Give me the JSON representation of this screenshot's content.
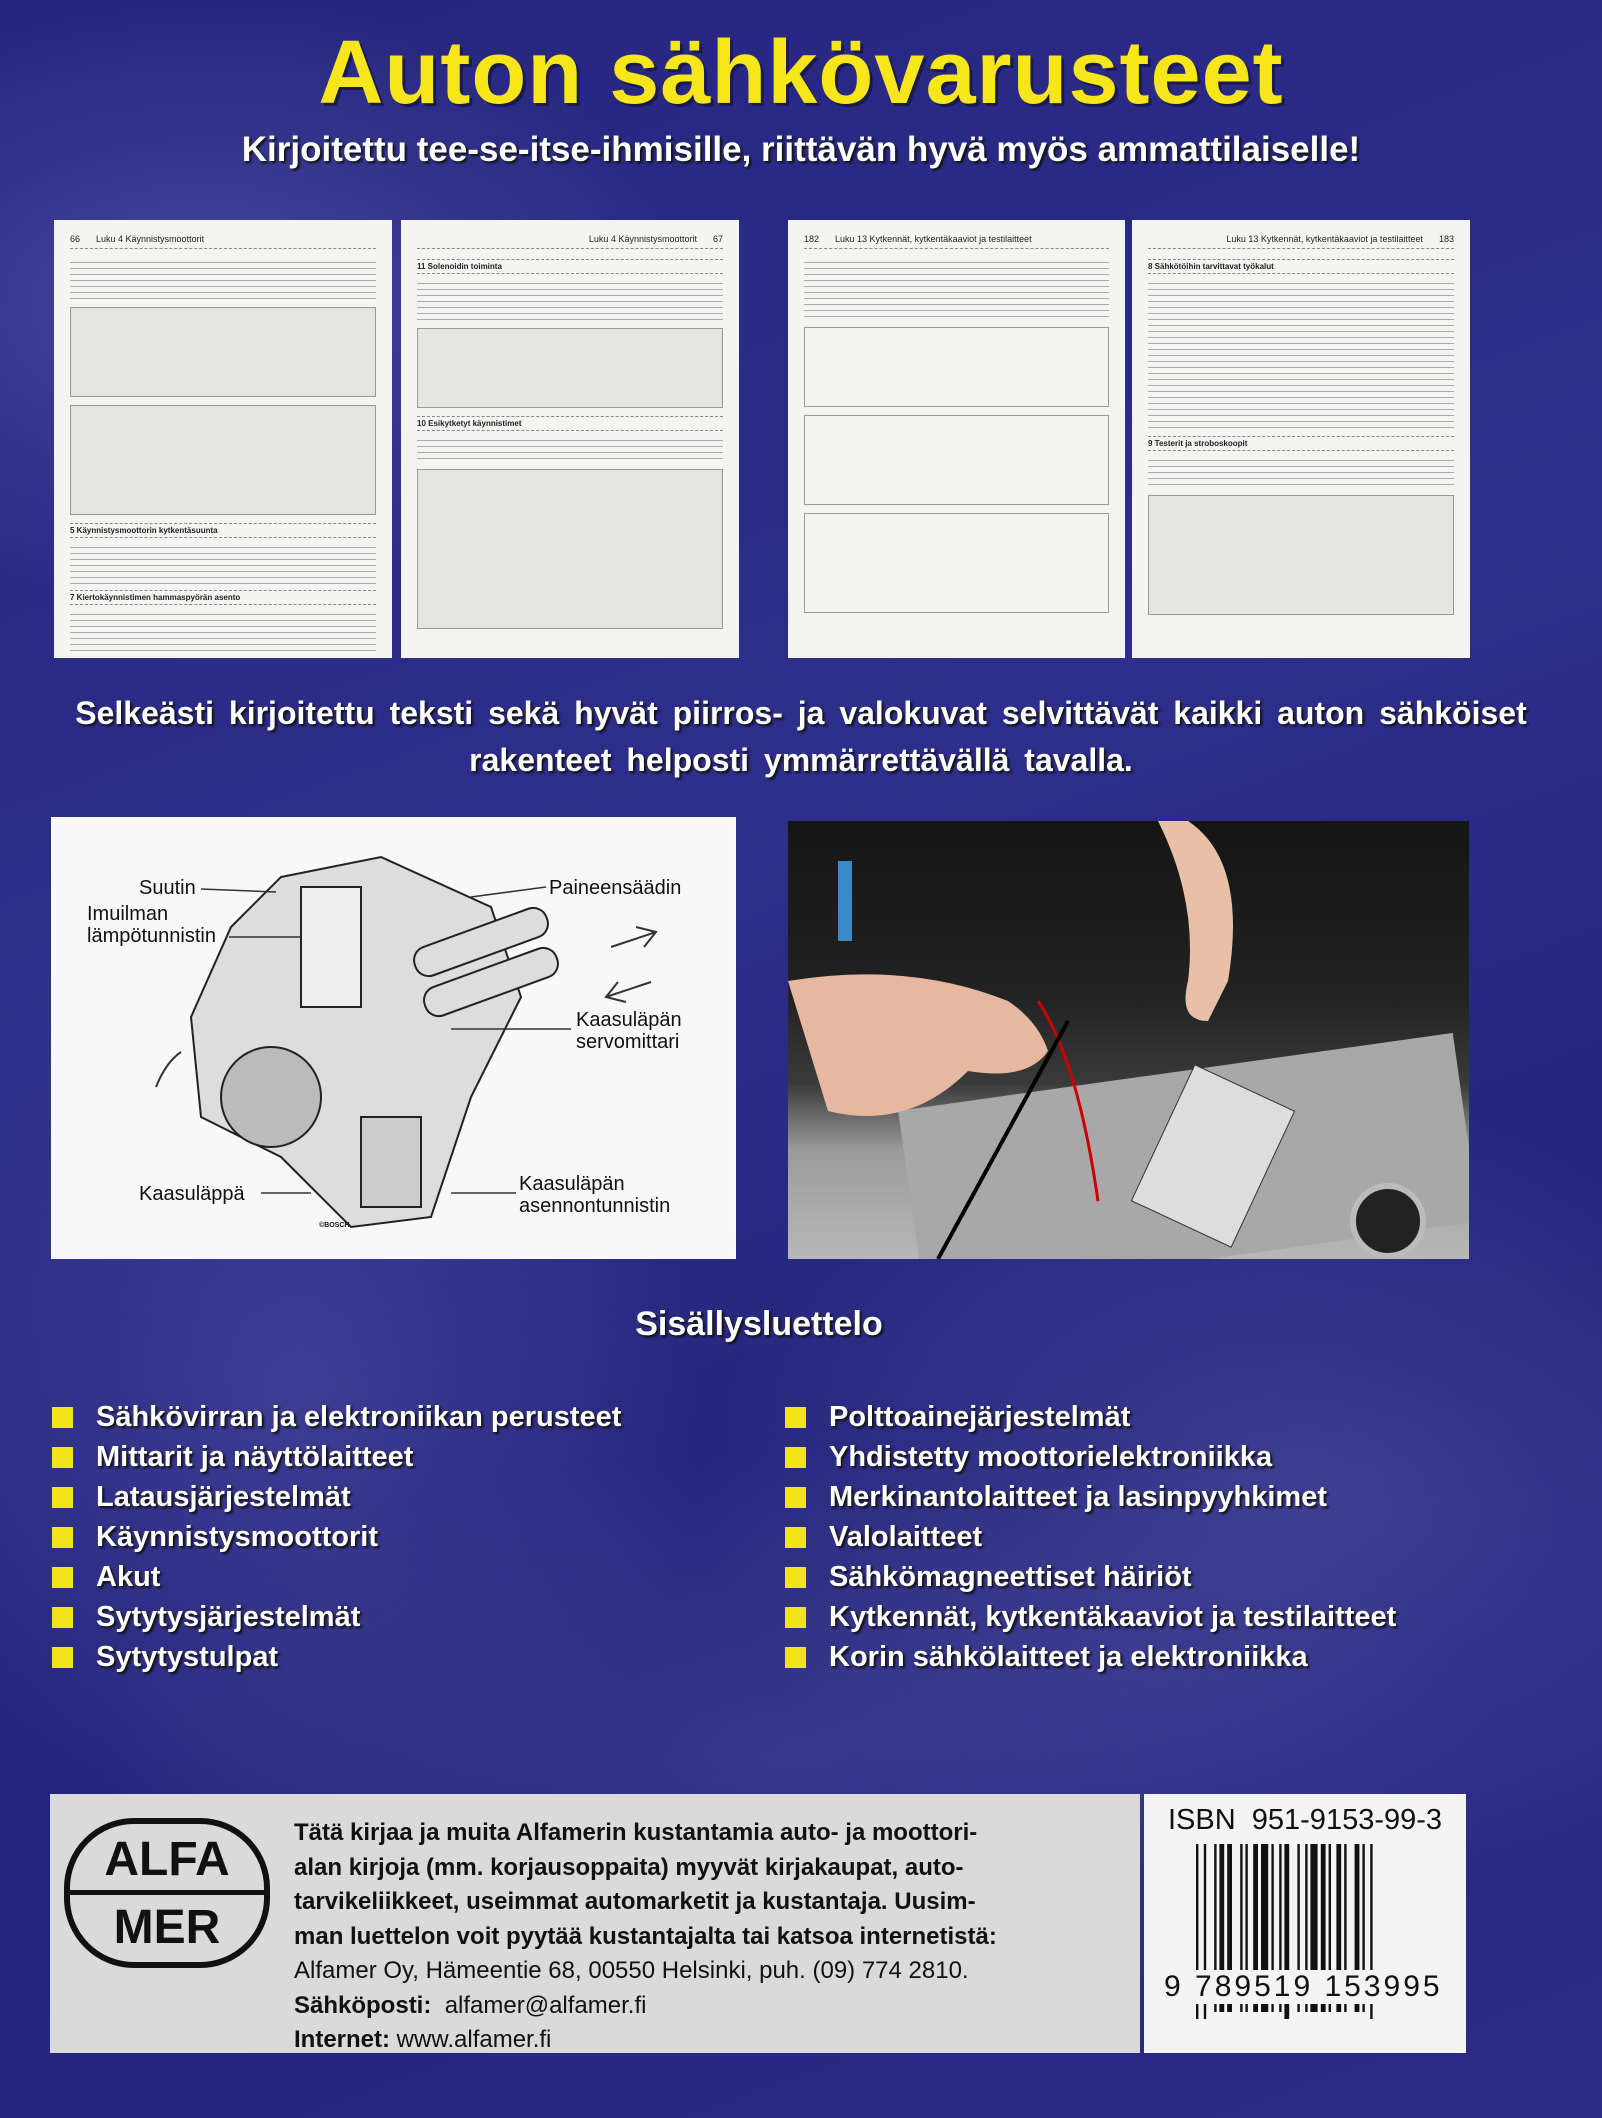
{
  "title": "Auton sähkövarusteet",
  "subtitle": "Kirjoitettu tee-se-itse-ihmisille, riittävän hyvä myös ammattilaiselle!",
  "sample_pages": [
    {
      "number": "66",
      "chapter": "Luku 4 Käynnistysmoottorit",
      "section": "5 Käynnistysmoottorin kytkentäsuunta",
      "section2": "7 Kiertokäynnistimen hammaspyörän asento"
    },
    {
      "number": "67",
      "chapter": "Luku 4 Käynnistysmoottorit",
      "section": "11 Solenoidin toiminta",
      "section2": "10 Esikytketyt käynnistimet"
    },
    {
      "number": "182",
      "chapter": "Luku 13 Kytkennät, kytkentäkaaviot ja testilaitteet",
      "section": "",
      "section2": ""
    },
    {
      "number": "183",
      "chapter": "Luku 13 Kytkennät, kytkentäkaaviot ja testilaitteet",
      "section": "8 Sähkötöihin tarvittavat työkalut",
      "section2": "9 Testerit ja stroboskoopit"
    }
  ],
  "description": "Selkeästi kirjoitettu teksti sekä hyvät piirros- ja valokuvat selvittävät kaikki auton sähköiset rakenteet helposti ymmärrettävällä tavalla.",
  "diagram": {
    "labels": {
      "suutin": "Suutin",
      "imuilman1": "Imuilman",
      "imuilman2": "lämpötunnistin",
      "paine": "Paineensäädin",
      "servo1": "Kaasuläpän",
      "servo2": "servomittari",
      "kaasulappa": "Kaasuläppä",
      "asento1": "Kaasuläpän",
      "asento2": "asennontunnistin",
      "credit": "©BOSCH"
    }
  },
  "toc": {
    "title": "Sisällysluettelo",
    "left": [
      "Sähkövirran ja elektroniikan perusteet",
      "Mittarit ja näyttölaitteet",
      "Latausjärjestelmät",
      "Käynnistysmoottorit",
      "Akut",
      "Sytytysjärjestelmät",
      "Sytytystulpat"
    ],
    "right": [
      "Polttoainejärjestelmät",
      "Yhdistetty moottorielektroniikka",
      "Merkinantolaitteet ja lasinpyyhkimet",
      "Valolaitteet",
      "Sähkömagneettiset häiriöt",
      "Kytkennät, kytkentäkaaviot ja testilaitteet",
      "Korin sähkölaitteet ja elektroniikka"
    ]
  },
  "publisher": {
    "logo_top": "ALFA",
    "logo_bottom": "MER",
    "text": [
      "Tätä kirjaa ja muita Alfamerin kustantamia auto- ja moottori-",
      "alan kirjoja (mm. korjausoppaita) myyvät kirjakaupat, auto-",
      "tarvikeliikkeet, useimmat automarketit ja kustantaja. Uusim-",
      "man luettelon voit pyytää kustantajalta tai katsoa internetistä:"
    ],
    "address": "Alfamer Oy, Hämeentie 68, 00550 Helsinki, puh. (09) 774 2810.",
    "email_label": "Sähköposti:",
    "email": "alfamer@alfamer.fi",
    "internet_label": "Internet:",
    "internet": "www.alfamer.fi"
  },
  "isbn": {
    "label": "ISBN  951-9153-99-3",
    "barcode_number": "9 789519 153995"
  },
  "colors": {
    "background": "#2a2a86",
    "title": "#f6e61a",
    "bullet": "#f2e41a"
  }
}
